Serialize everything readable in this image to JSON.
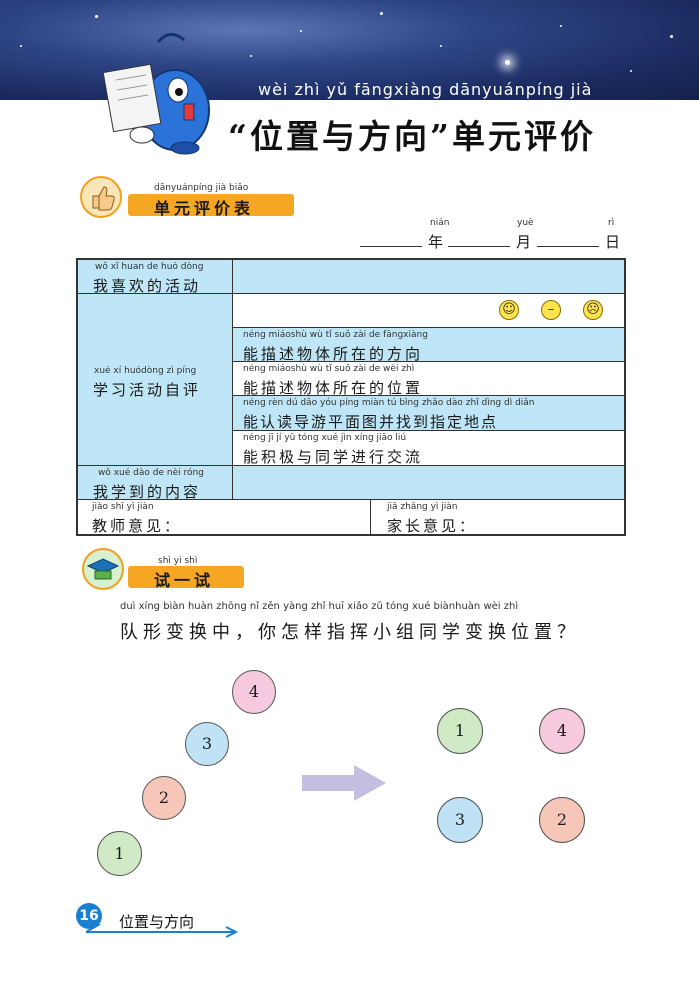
{
  "header": {
    "pinyin": "wèi zhì  yǔ  fāngxiàng     dānyuánpíng  jià",
    "title": "“位置与方向”单元评价"
  },
  "section1": {
    "pinyin": "dānyuánpíng  jià  biǎo",
    "label": "单元评价表"
  },
  "date": {
    "year_py": "nián",
    "month_py": "yuè",
    "day_py": "rì",
    "year": "年",
    "month": "月",
    "day": "日"
  },
  "table": {
    "row1": {
      "pinyin": "wǒ  xǐ  huan de  huó dòng",
      "label": "我喜欢的活动"
    },
    "self_eval": {
      "pinyin": "xué  xí  huódòng  zì  píng",
      "label": "学习活动自评"
    },
    "faces": [
      "happy",
      "neutral",
      "sad"
    ],
    "items": [
      {
        "pinyin": "néng miáoshù  wù   tǐ   suǒ  zài  de  fāngxiàng",
        "label": "能描述物体所在的方向"
      },
      {
        "pinyin": "néng miáoshù  wù   tǐ   suǒ  zài  de  wèi  zhì",
        "label": "能描述物体所在的位置"
      },
      {
        "pinyin": "néng rèn  dú  dǎo yóu píng  miàn  tú  bìng zhǎo dào  zhǐ dìng  dì  diǎn",
        "label": "能认读导游平面图并找到指定地点"
      },
      {
        "pinyin": "néng  jī    jí   yǔ  tóng xué  jìn xíng jiāo  liú",
        "label": "能积极与同学进行交流"
      }
    ],
    "row_learned": {
      "pinyin": "wǒ  xué  dào  de  nèi  róng",
      "label": "我学到的内容"
    },
    "teacher": {
      "pinyin": "jiào  shī   yì  jiàn",
      "label": "教师意见："
    },
    "parent": {
      "pinyin": "jiā  zhǎng  yì   jiàn",
      "label": "家长意见："
    }
  },
  "section2": {
    "pinyin": "shì   yi   shì",
    "label": "试一试"
  },
  "question": {
    "pinyin": "duì  xíng biàn  huàn  zhōng      nǐ   zěn yàng  zhǐ   huī  xiǎo  zǔ  tóng xué  biànhuàn wèi  zhì",
    "text": "队形变换中，你怎样指挥小组同学变换位置？"
  },
  "before": [
    "4",
    "3",
    "2",
    "1"
  ],
  "after": [
    "1",
    "4",
    "3",
    "2"
  ],
  "footer": {
    "page": "16",
    "title": "位置与方向"
  },
  "colors": {
    "table_blue": "#bfe6f6",
    "badge_orange": "#f5a623",
    "page_blue": "#1a7fd1"
  }
}
